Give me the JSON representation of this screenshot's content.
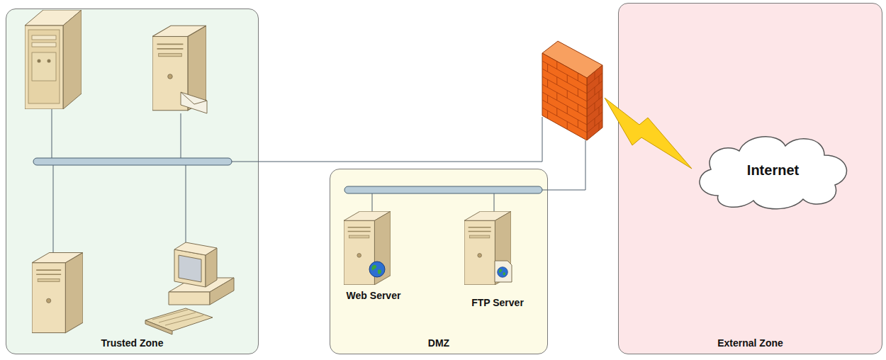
{
  "diagram": {
    "nodes": [
      {
        "text": [
          "Trusted Zone"
        ]
      },
      {
        "text": [
          "DMZ"
        ]
      },
      {
        "text": [
          "Web Server"
        ],
        "in": 1
      },
      {
        "text": [
          "FTP Server"
        ],
        "in": 1
      },
      {
        "text": [
          "External Zone"
        ]
      },
      {
        "text": [
          "Internet"
        ],
        "in": 4
      }
    ]
  }
}
